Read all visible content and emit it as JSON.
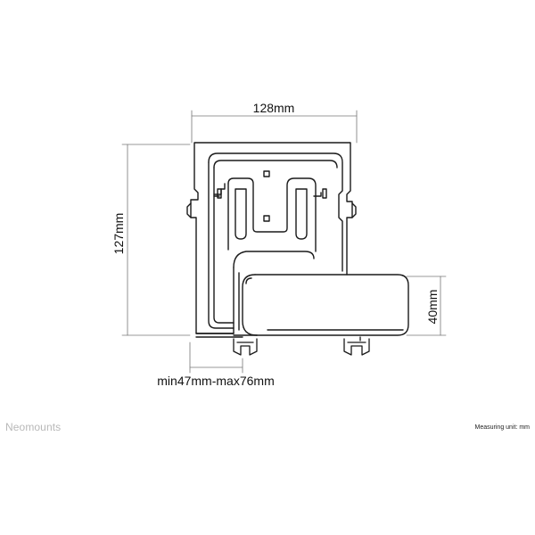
{
  "brand": {
    "name": "Neomounts"
  },
  "measuring_unit_note": "Measuring unit: mm",
  "dimensions": {
    "width_label": "128mm",
    "height_label": "127mm",
    "shelf_height_label": "40mm",
    "depth_range_label": "min47mm-max76mm"
  },
  "colors": {
    "line": "#1a1a1a",
    "dimension_line": "#666666",
    "brand_text": "#b8b8b8"
  }
}
